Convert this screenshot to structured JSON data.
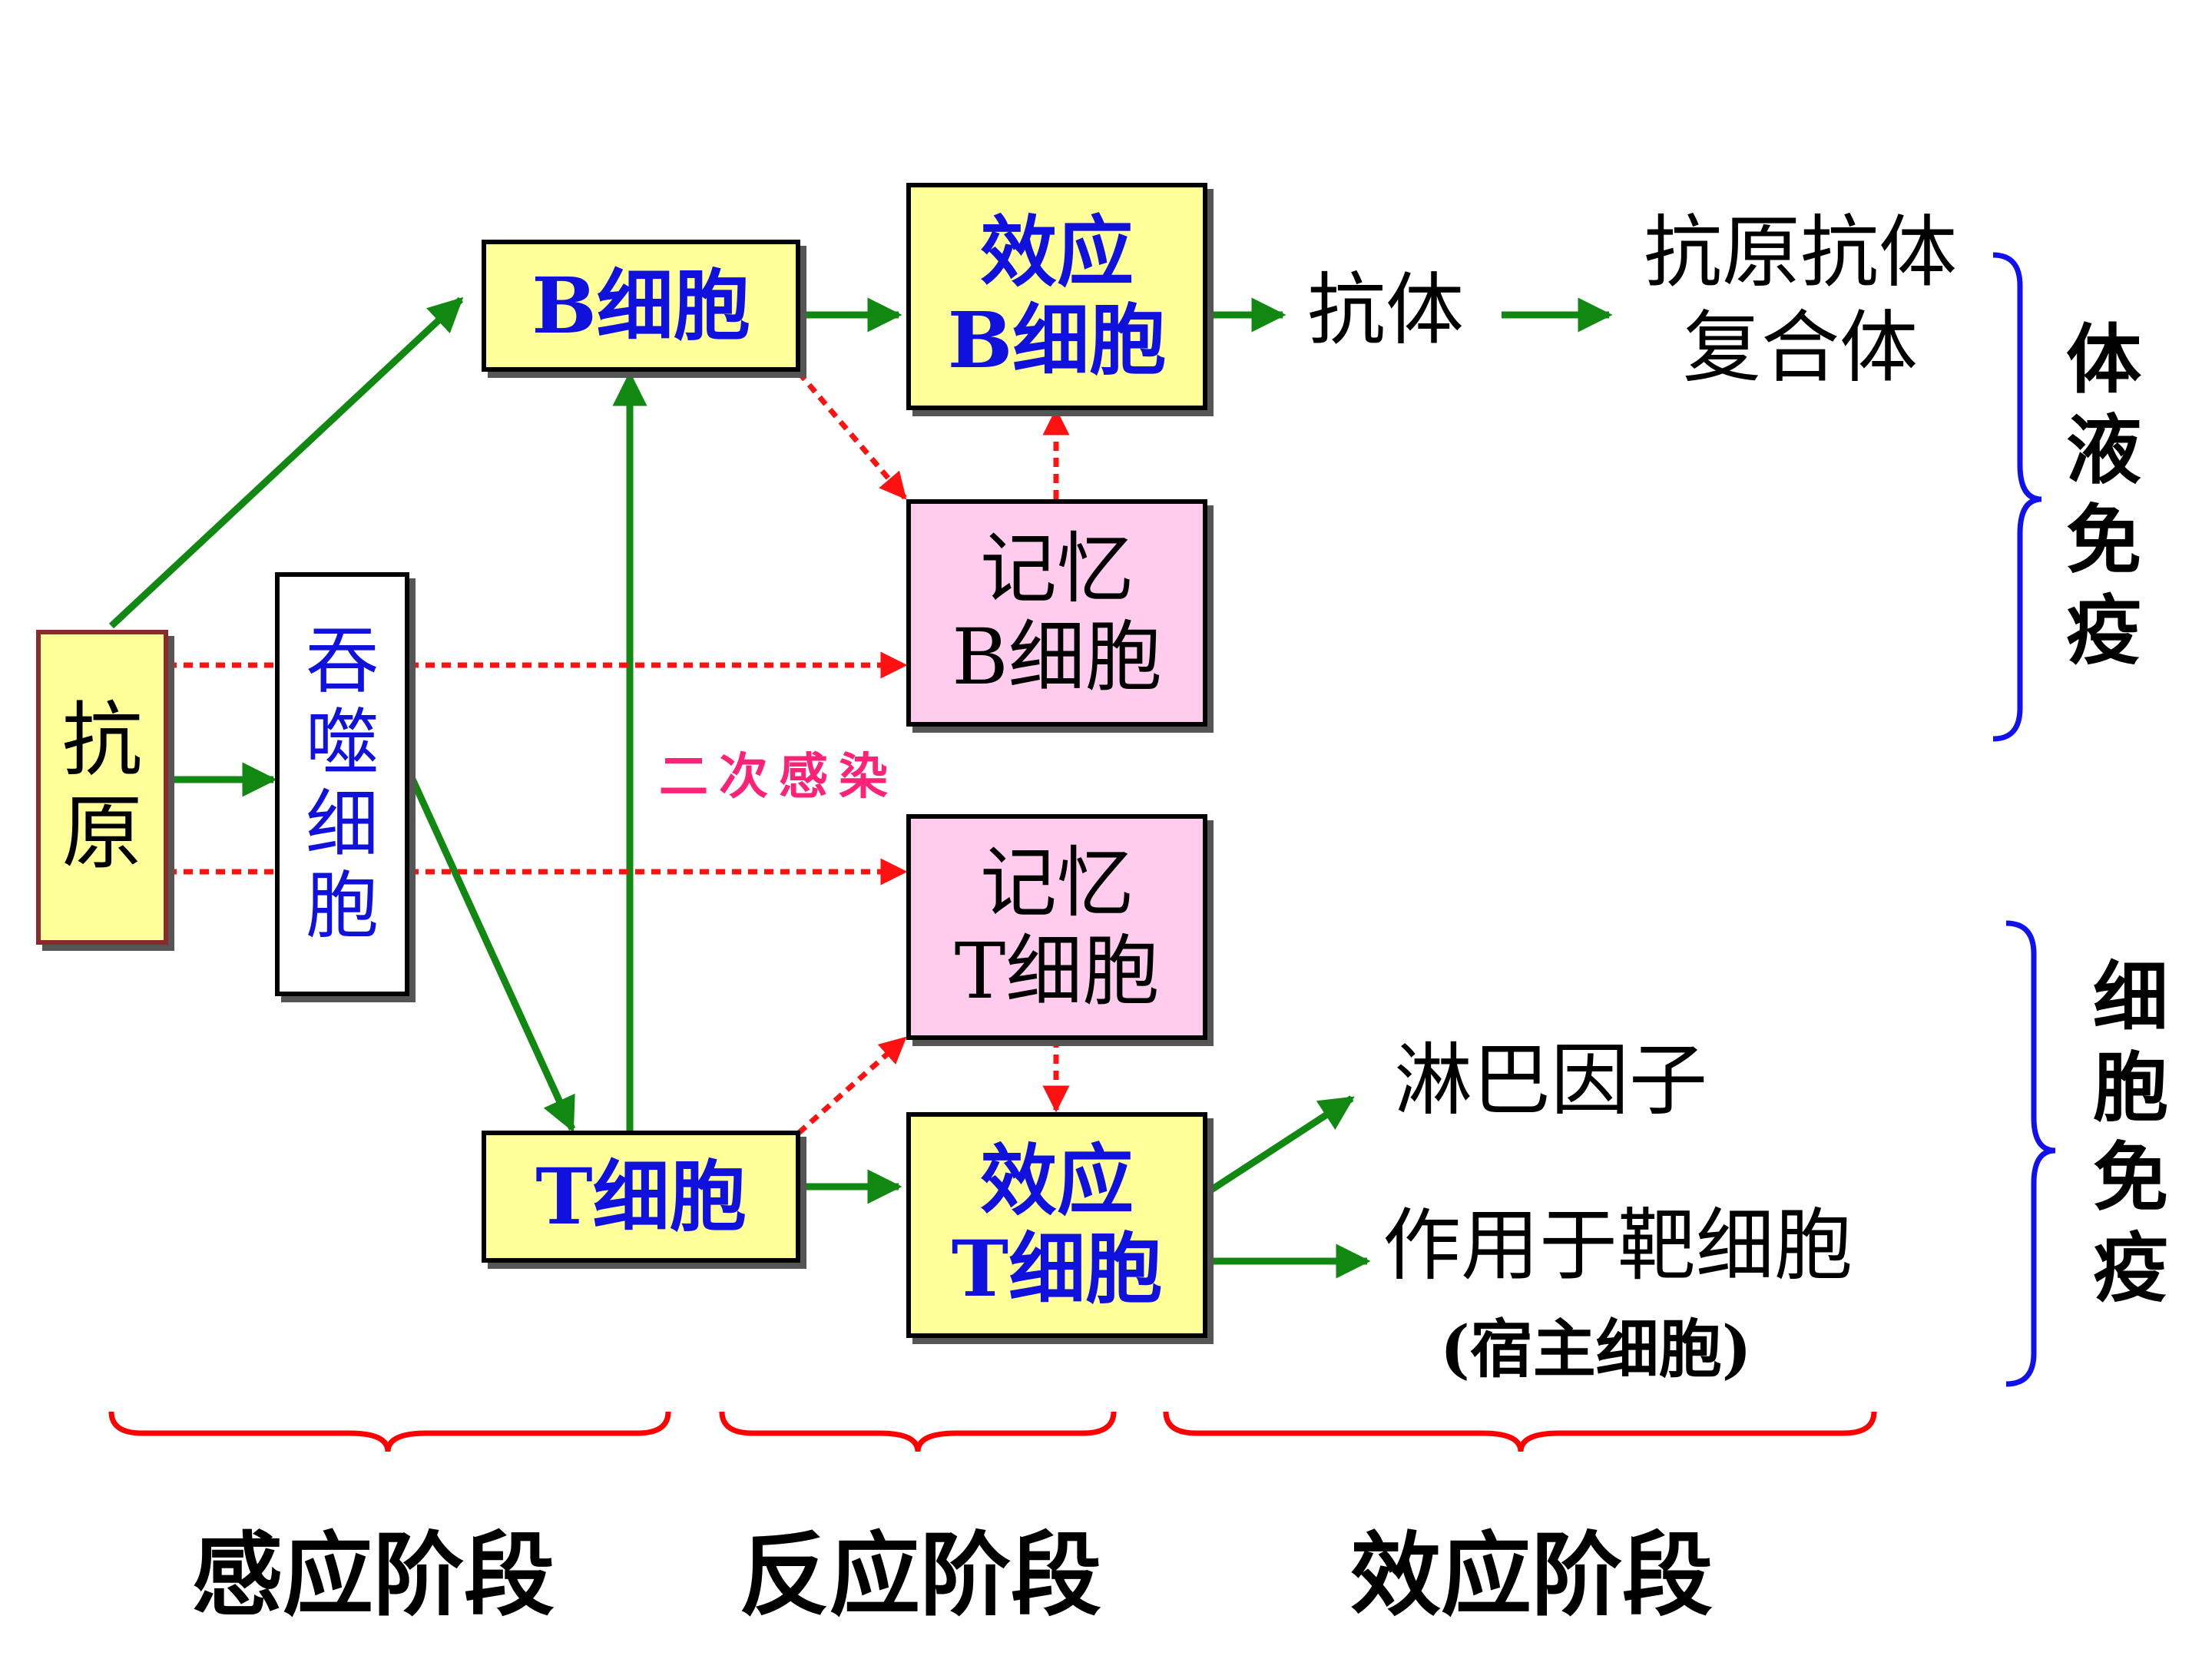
{
  "colors": {
    "node_yellow": "#ffff99",
    "node_pink": "#ffccee",
    "arrow_green": "#118811",
    "arrow_red_dotted": "#ff1111",
    "brace_red": "#ff0000",
    "brace_blue": "#1111ee",
    "text_blue": "#1111dd",
    "text_magenta": "#ff2277"
  },
  "nodes": {
    "antigen": [
      "抗",
      "原"
    ],
    "phagocyte": [
      "吞",
      "噬",
      "细",
      "胞"
    ],
    "b_cell": "B细胞",
    "t_cell": "T细胞",
    "effector_b": [
      "效应",
      "B细胞"
    ],
    "memory_b": [
      "记忆",
      "B细胞"
    ],
    "memory_t": [
      "记忆",
      "T细胞"
    ],
    "effector_t": [
      "效应",
      "T细胞"
    ]
  },
  "labels": {
    "antibody": "抗体",
    "complex": [
      "抗原抗体",
      "复合体"
    ],
    "lymphokine": "淋巴因子",
    "target_cell": "作用于靶细胞",
    "host_cell": "(宿主细胞)",
    "secondary_infection": "二次感染"
  },
  "stages": [
    "感应阶段",
    "反应阶段",
    "效应阶段"
  ],
  "immunity": {
    "humoral": [
      "体",
      "液",
      "免",
      "疫"
    ],
    "cellular": [
      "细",
      "胞",
      "免",
      "疫"
    ]
  }
}
